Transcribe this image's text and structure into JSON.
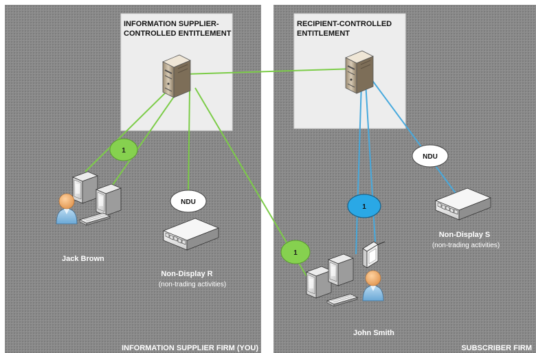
{
  "left_panel": {
    "entitlement_title_line1": "INFORMATION SUPPLIER-",
    "entitlement_title_line2": "CONTROLLED ENTITLEMENT",
    "firm_label": "INFORMATION SUPPLIER FIRM (YOU)",
    "user_badge": "1",
    "jack_brown": "Jack Brown",
    "ndu_label": "NDU",
    "non_display_name": "Non-Display R",
    "non_display_note": "(non-trading activities)"
  },
  "right_panel": {
    "entitlement_title_line1": "RECIPIENT-CONTROLLED",
    "entitlement_title_line2": "ENTITLEMENT",
    "firm_label": "SUBSCRIBER FIRM",
    "blue_badge": "1",
    "green_badge": "1",
    "john_smith": "John Smith",
    "ndu_label": "NDU",
    "non_display_name": "Non-Display S",
    "non_display_note": "(non-trading activities)"
  },
  "colors": {
    "panel_bg": "#888888",
    "entitlement_box": "#eeeeee",
    "green_link": "#7ccc48",
    "blue_link": "#47a9dd",
    "green_badge": "#86d14f",
    "blue_badge": "#2aa8e6"
  },
  "icons": [
    "server-icon",
    "workstation-icon",
    "person-icon",
    "network-switch-icon",
    "tablet-icon",
    "keyboard-icon"
  ]
}
